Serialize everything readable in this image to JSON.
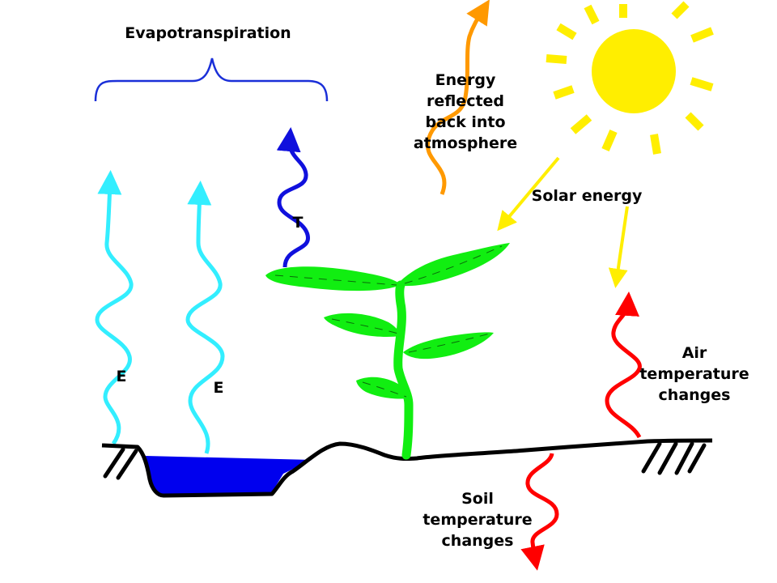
{
  "labels": {
    "evapotranspiration": "Evapotranspiration",
    "energy_reflected": [
      "Energy",
      "reflected",
      "back into",
      "atmosphere"
    ],
    "solar_energy": "Solar energy",
    "transpiration_marker": "T",
    "evaporation_marker_1": "E",
    "evaporation_marker_2": "E",
    "air_temperature": [
      "Air",
      "temperature",
      "changes"
    ],
    "soil_temperature": [
      "Soil",
      "temperature",
      "changes"
    ]
  },
  "colors": {
    "evaporation": "#33eeff",
    "transpiration": "#1010dd",
    "brace": "#1a2fd8",
    "reflected": "#ff9900",
    "solar": "#ffee00",
    "temperature": "#ff0000",
    "plant": "#11ee11",
    "water": "#0000ee",
    "ground": "#000000"
  }
}
